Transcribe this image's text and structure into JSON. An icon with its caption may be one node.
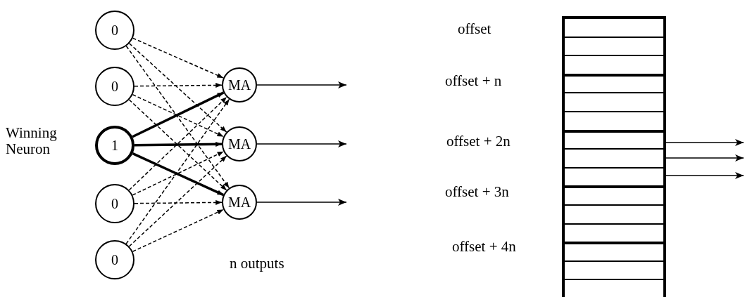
{
  "diagram": {
    "nodes": [
      {
        "text": [
          "0"
        ]
      },
      {
        "text": [
          "0"
        ]
      },
      {
        "text": [
          "1"
        ],
        "beside": [
          "Winning Neuron"
        ]
      },
      {
        "text": [
          "0"
        ]
      },
      {
        "text": [
          "0"
        ]
      },
      {
        "text": [
          "MA"
        ]
      },
      {
        "text": [
          "MA"
        ]
      },
      {
        "text": [
          "MA"
        ]
      },
      {
        "text": [],
        "shape": "box"
      }
    ],
    "edges": [
      {
        "from": 0,
        "to": 5,
        "arrow": "to",
        "style": "dashed"
      },
      {
        "from": 0,
        "to": 6,
        "arrow": "to",
        "style": "dashed"
      },
      {
        "from": 0,
        "to": 7,
        "arrow": "to",
        "style": "dashed"
      },
      {
        "from": 1,
        "to": 5,
        "arrow": "to",
        "style": "dashed"
      },
      {
        "from": 1,
        "to": 6,
        "arrow": "to",
        "style": "dashed"
      },
      {
        "from": 1,
        "to": 7,
        "arrow": "to",
        "style": "dashed"
      },
      {
        "from": 2,
        "to": 5,
        "arrow": "to",
        "style": "thick"
      },
      {
        "from": 2,
        "to": 6,
        "arrow": "to",
        "style": "thick"
      },
      {
        "from": 2,
        "to": 7,
        "arrow": "to",
        "style": "thick"
      },
      {
        "from": 3,
        "to": 5,
        "arrow": "to",
        "style": "dashed"
      },
      {
        "from": 3,
        "to": 6,
        "arrow": "to",
        "style": "dashed"
      },
      {
        "from": 3,
        "to": 7,
        "arrow": "to",
        "style": "dashed"
      },
      {
        "from": 4,
        "to": 5,
        "arrow": "to",
        "style": "dashed"
      },
      {
        "from": 4,
        "to": 6,
        "arrow": "to",
        "style": "dashed"
      },
      {
        "from": 4,
        "to": 7,
        "arrow": "to",
        "style": "dashed"
      },
      {
        "from": 5,
        "to": null,
        "arrow": "to"
      },
      {
        "from": 6,
        "to": null,
        "arrow": "to"
      },
      {
        "from": 7,
        "to": null,
        "arrow": "to"
      },
      {
        "from": 8,
        "to": null,
        "arrow": "to"
      },
      {
        "from": 8,
        "to": null,
        "arrow": "to"
      },
      {
        "from": 8,
        "to": null,
        "arrow": "to"
      }
    ],
    "labels": [
      "n outputs",
      "offset",
      "offset + n",
      "offset + 2n",
      "offset + 3n",
      "offset + 4n"
    ]
  }
}
